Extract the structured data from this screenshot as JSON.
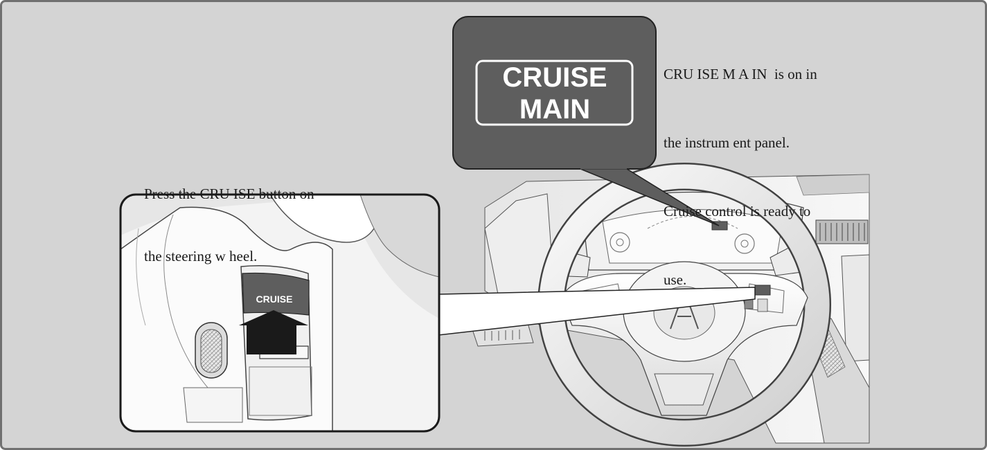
{
  "captions": {
    "press_line1": "Press the CRU ISE button on",
    "press_line2": "the steering w heel.",
    "main_line1": "CRU ISE M A IN  is on in",
    "main_line2": "the instrum ent panel.",
    "main_line3": "Cruise control is ready to",
    "main_line4": "use."
  },
  "indicator": {
    "line1": "CRUISE",
    "line2": "MAIN"
  },
  "steering_button": {
    "label": "CRUISE"
  },
  "colors": {
    "background": "#d4d4d4",
    "frame_border": "#707070",
    "callout_dark": "#5e5e5e",
    "text": "#1a1a1a"
  },
  "icons": [
    "up-arrow-icon",
    "acura-logo-icon"
  ]
}
